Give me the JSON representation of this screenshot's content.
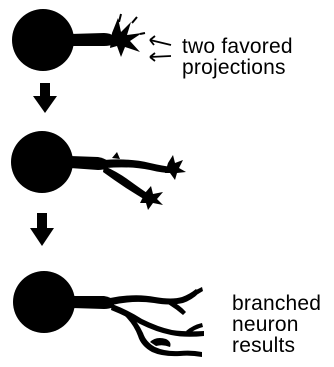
{
  "diagram": {
    "stages": [
      {
        "id": "stage-1",
        "description_label": [
          "two favored",
          "projections"
        ]
      },
      {
        "id": "stage-2"
      },
      {
        "id": "stage-3",
        "description_label": [
          "branched",
          "neuron",
          "results"
        ]
      }
    ],
    "colors": {
      "ink": "#000000",
      "background": "#ffffff"
    },
    "icons": {
      "arrow": "down-arrow-icon",
      "soma": "neuron-cell-body",
      "growth-cone": "growth-cone-icon"
    }
  }
}
